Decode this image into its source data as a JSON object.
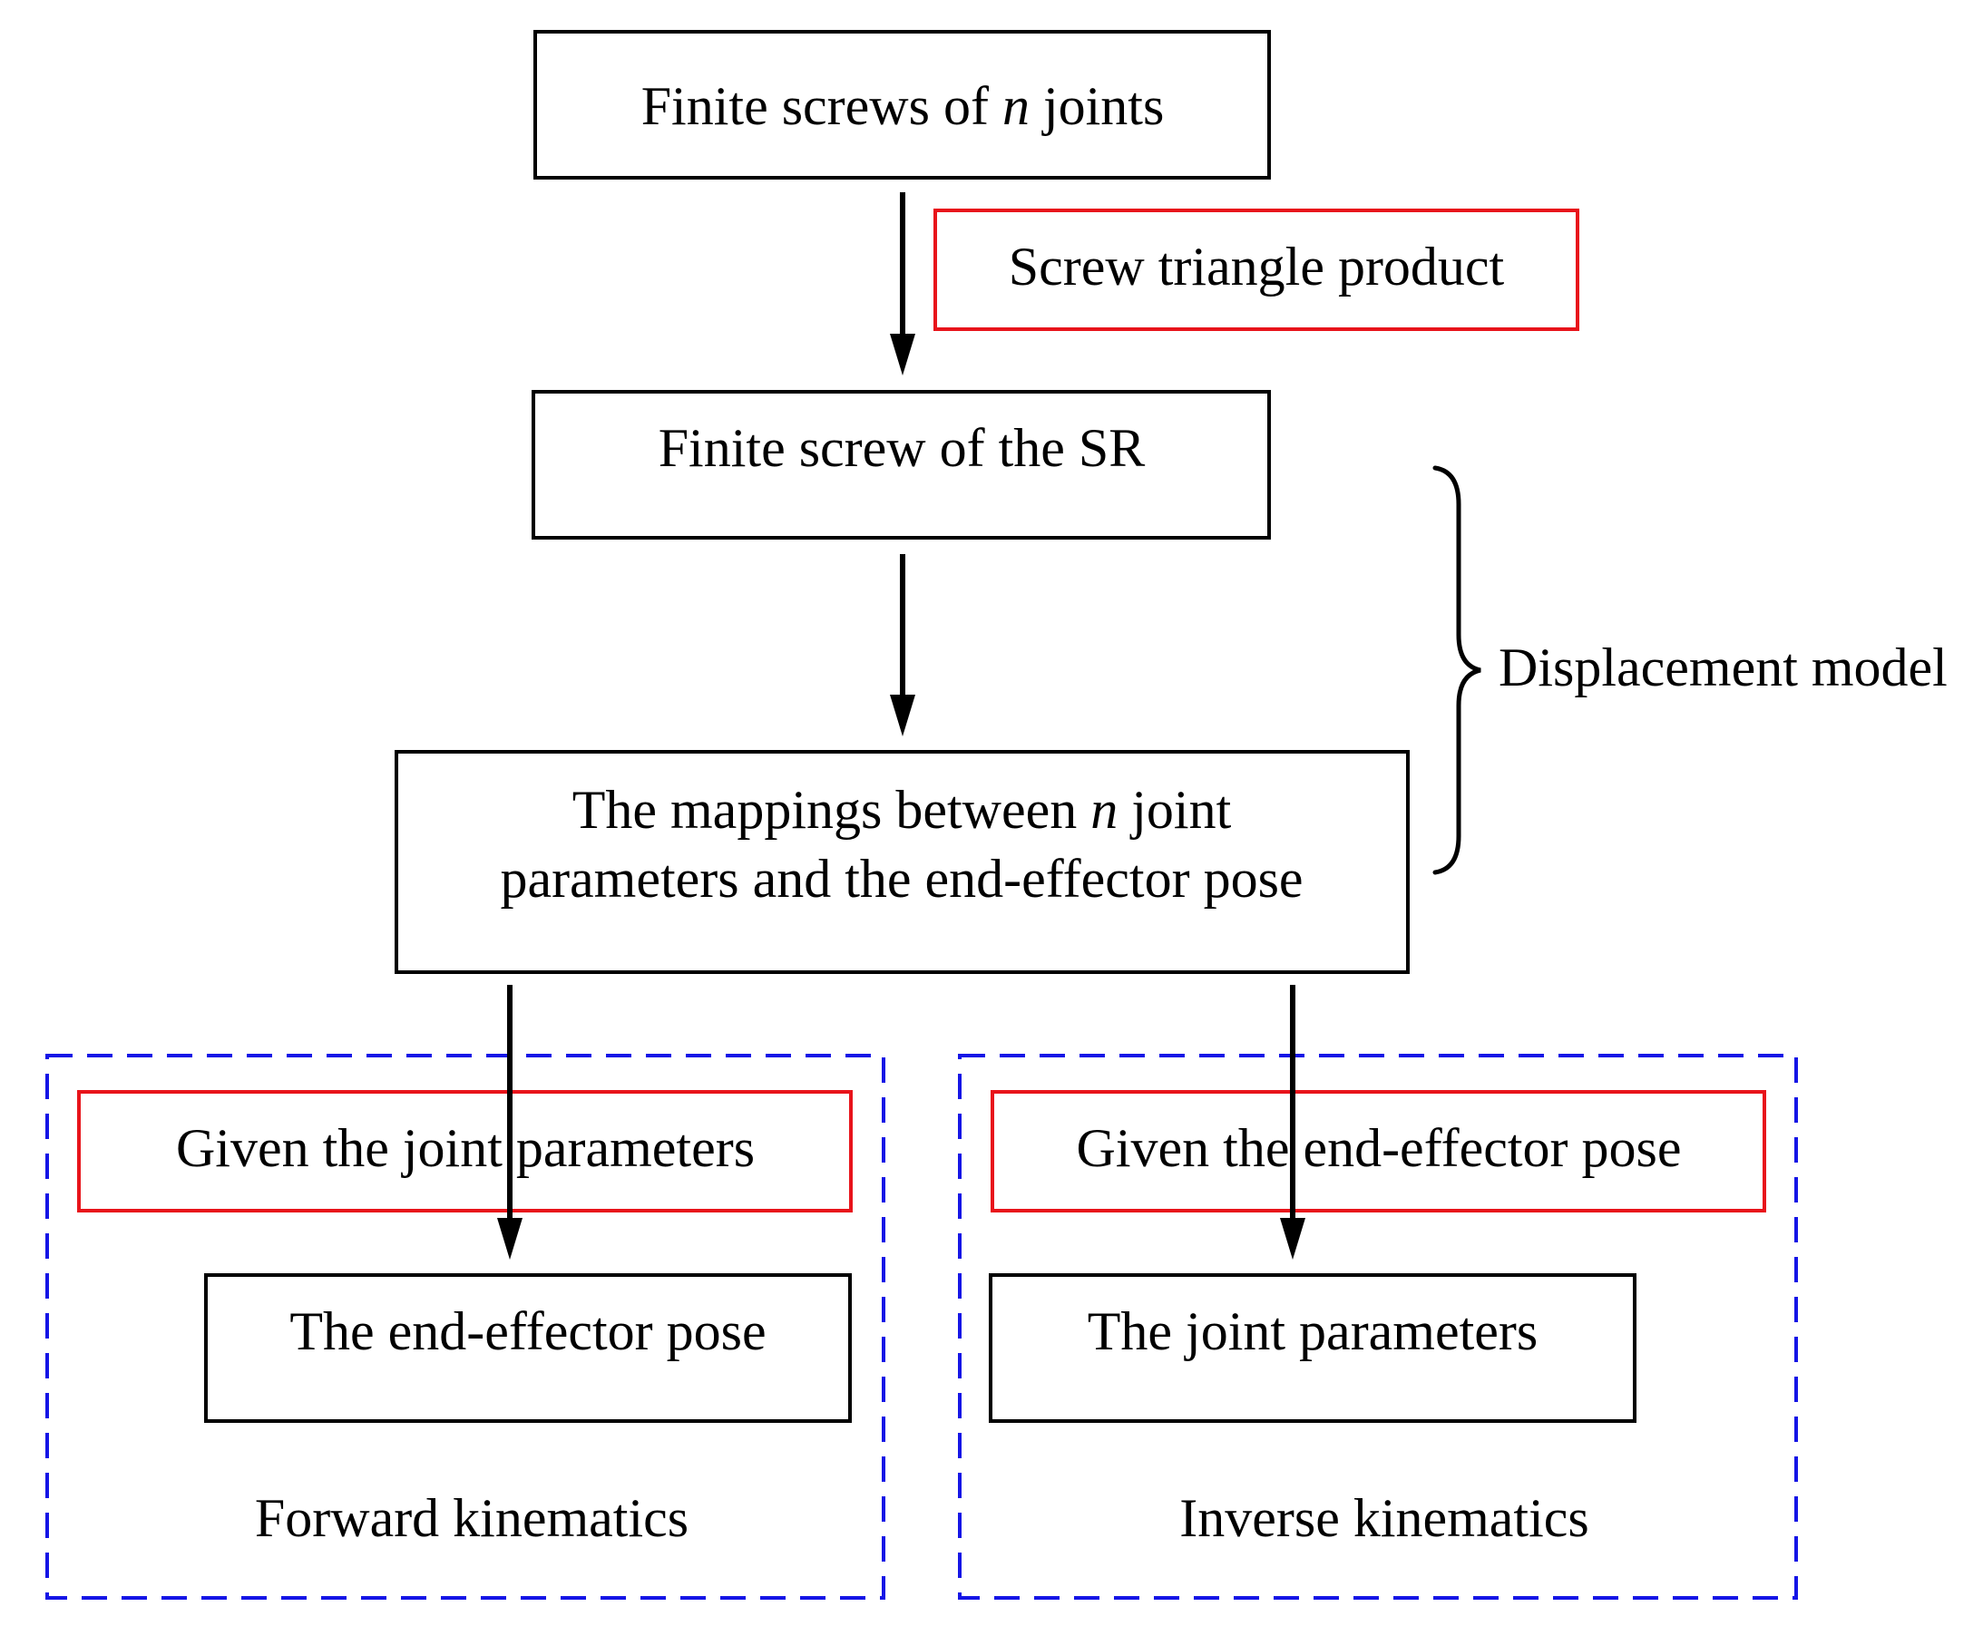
{
  "nodes": {
    "finite_screws": {
      "pre": "Finite screws of ",
      "var": "n",
      "post": " joints"
    },
    "screw_triangle": "Screw triangle product",
    "finite_screw_sr": "Finite screw of the SR",
    "mappings": {
      "line1_pre": "The mappings between ",
      "line1_var": "n",
      "line1_post": " joint",
      "line2": "parameters and the end-effector pose"
    },
    "displacement_model": "Displacement model",
    "forward": {
      "given": "Given the joint parameters",
      "result": "The end-effector pose",
      "title": "Forward kinematics"
    },
    "inverse": {
      "given": "Given the end-effector pose",
      "result": "The joint parameters",
      "title": "Inverse kinematics"
    }
  },
  "colors": {
    "box_border": "#000000",
    "condition_border": "#e8141b",
    "group_border": "#1515e6"
  }
}
